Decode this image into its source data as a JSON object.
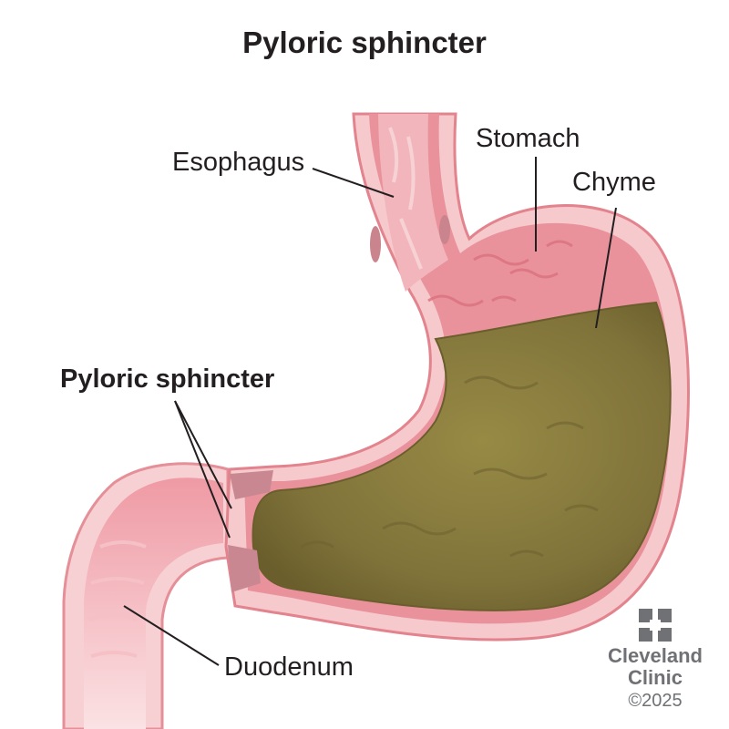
{
  "title": "Pyloric sphincter",
  "labels": {
    "esophagus": "Esophagus",
    "stomach": "Stomach",
    "chyme": "Chyme",
    "pyloric_sphincter": "Pyloric sphincter",
    "duodenum": "Duodenum"
  },
  "brand": {
    "name_line1": "Cleveland",
    "name_line2": "Clinic",
    "copyright": "©2025",
    "logo_icon": "cleveland-clinic-logo-icon"
  },
  "colors": {
    "tissue_outer": "#f6c9cc",
    "tissue_inner": "#e98e98",
    "chyme": "#8b7d3a",
    "label_text": "#231f20",
    "brand_gray": "#6f7175"
  }
}
